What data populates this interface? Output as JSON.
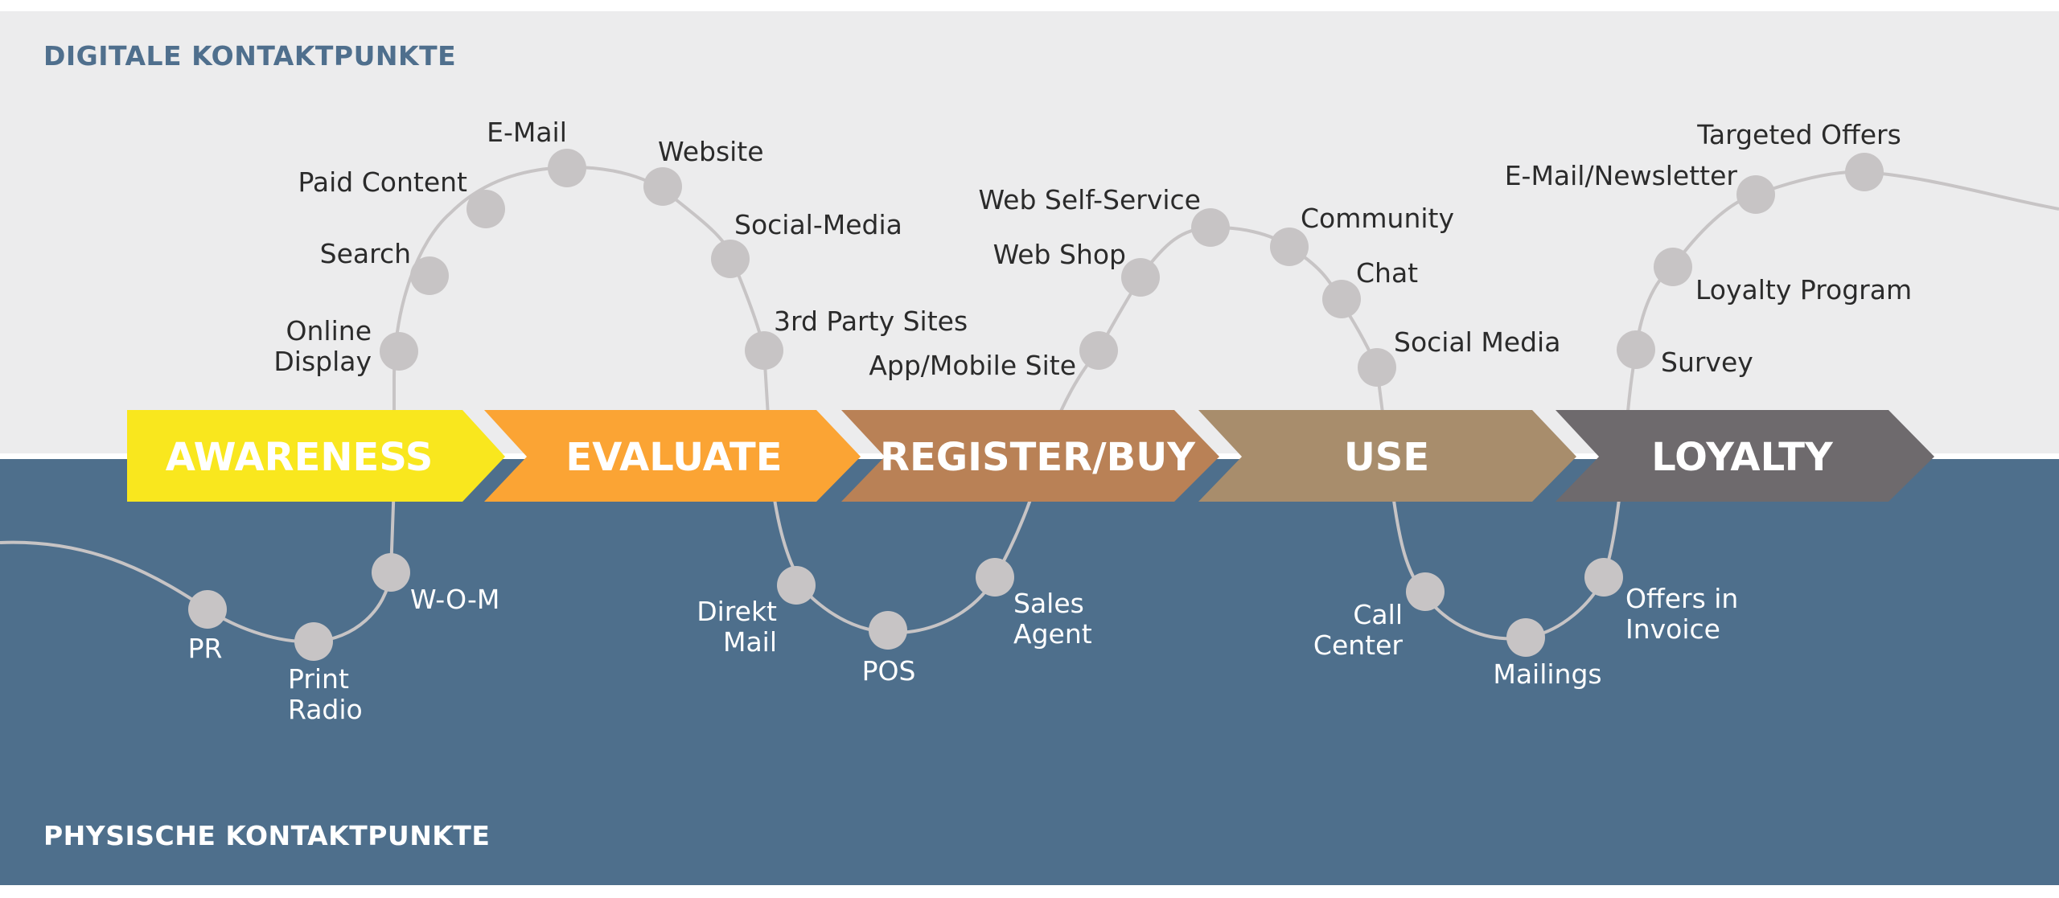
{
  "sections": {
    "digital_title": "DIGITALE KONTAKTPUNKTE",
    "physical_title": "PHYSISCHE  KONTAKTPUNKTE"
  },
  "stages": [
    {
      "id": "awareness",
      "label": "AWARENESS",
      "color": "#f9e71e"
    },
    {
      "id": "evaluate",
      "label": "EVALUATE",
      "color": "#fba434"
    },
    {
      "id": "register",
      "label": "REGISTER/BUY",
      "color": "#b98156"
    },
    {
      "id": "use",
      "label": "USE",
      "color": "#a88d6c"
    },
    {
      "id": "loyalty",
      "label": "LOYALTY",
      "color": "#6e6a6d"
    }
  ],
  "digital_touchpoints": {
    "online_display": [
      "Online",
      "Display"
    ],
    "search": "Search",
    "paid_content": "Paid Content",
    "email": "E-Mail",
    "website": "Website",
    "social_media_1": "Social-Media",
    "third_party_sites": "3rd Party Sites",
    "app_mobile_site": "App/Mobile Site",
    "web_shop": "Web Shop",
    "web_self_service": "Web  Self-Service",
    "community": "Community",
    "chat": "Chat",
    "social_media_2": "Social Media",
    "survey": "Survey",
    "loyalty_program": "Loyalty Program",
    "email_newsletter": "E-Mail/Newsletter",
    "targeted_offers": "Targeted Offers"
  },
  "physical_touchpoints": {
    "pr": "PR",
    "print_radio": [
      "Print",
      "Radio"
    ],
    "wom": "W-O-M",
    "direkt_mail": [
      "Direkt",
      "Mail"
    ],
    "pos": "POS",
    "sales_agent": [
      "Sales",
      "Agent"
    ],
    "call_center": [
      "Call",
      "Center"
    ],
    "mailings": "Mailings",
    "offers_in_invoice": [
      "Offers in",
      "Invoice"
    ]
  },
  "colors": {
    "digital_band": "#ececed",
    "physical_band": "#4e6f8c",
    "node": "#c7c4c5",
    "path": "#c7c4c5"
  }
}
